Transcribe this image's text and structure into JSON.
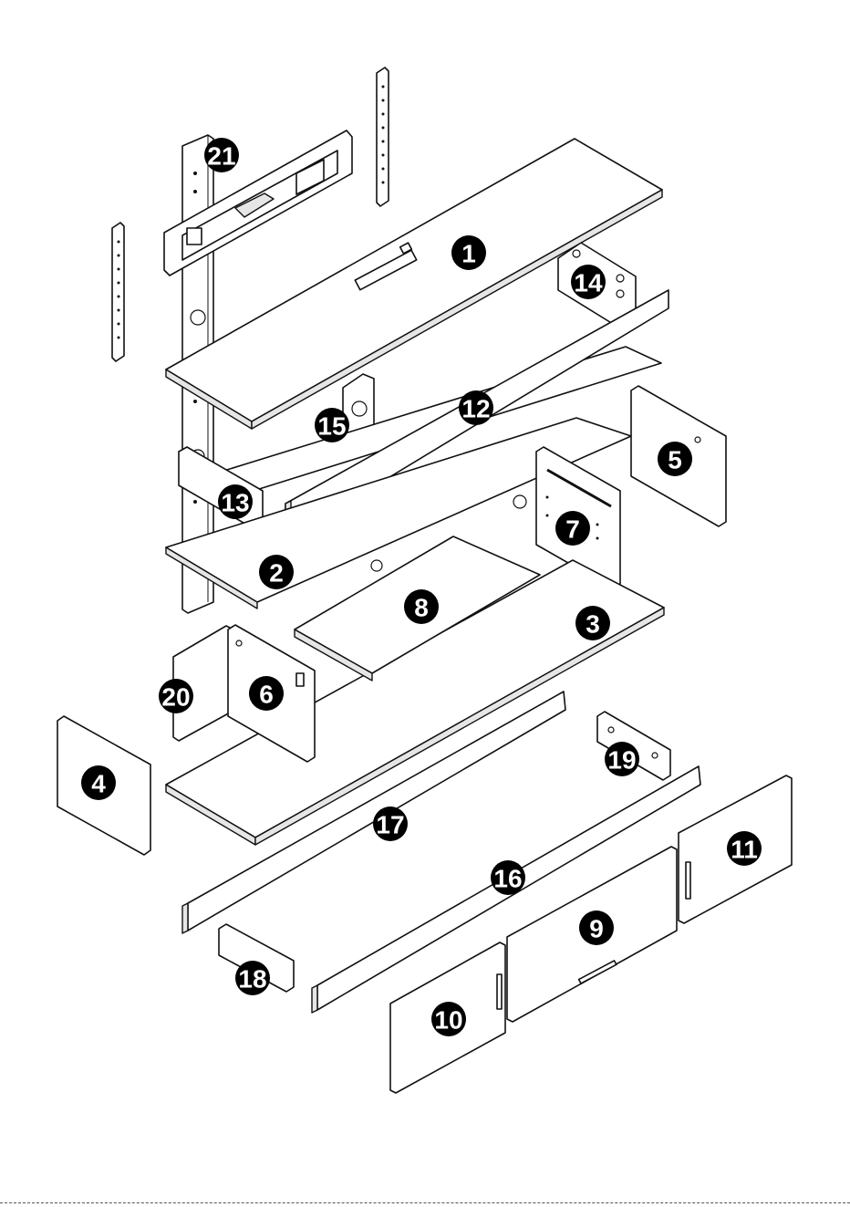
{
  "diagram": {
    "parts": [
      {
        "id": "part-1",
        "label": "1"
      },
      {
        "id": "part-2",
        "label": "2"
      },
      {
        "id": "part-3",
        "label": "3"
      },
      {
        "id": "part-4",
        "label": "4"
      },
      {
        "id": "part-5",
        "label": "5"
      },
      {
        "id": "part-6",
        "label": "6"
      },
      {
        "id": "part-7",
        "label": "7"
      },
      {
        "id": "part-8",
        "label": "8"
      },
      {
        "id": "part-9",
        "label": "9"
      },
      {
        "id": "part-10",
        "label": "10"
      },
      {
        "id": "part-11",
        "label": "11"
      },
      {
        "id": "part-12",
        "label": "12"
      },
      {
        "id": "part-13",
        "label": "13"
      },
      {
        "id": "part-14",
        "label": "14"
      },
      {
        "id": "part-15",
        "label": "15"
      },
      {
        "id": "part-16",
        "label": "16"
      },
      {
        "id": "part-17",
        "label": "17"
      },
      {
        "id": "part-18",
        "label": "18"
      },
      {
        "id": "part-19",
        "label": "19"
      },
      {
        "id": "part-20",
        "label": "20"
      },
      {
        "id": "part-21",
        "label": "21"
      }
    ]
  }
}
